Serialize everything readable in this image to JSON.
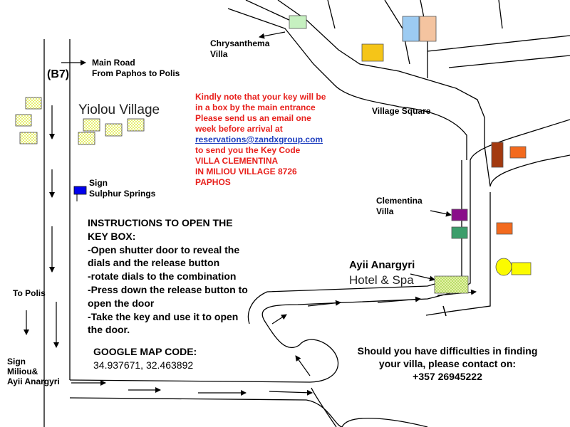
{
  "labels": {
    "main_road": "Main Road\nFrom Paphos to Polis",
    "b7": "(B7)",
    "village": "Yiolou Village",
    "chrysanthema": "Chrysanthema\nVilla",
    "village_square": "Village Square",
    "sign_sulphur": "Sign\nSulphur Springs",
    "clementina": "Clementina\nVilla",
    "ayii_name": "Ayii Anargyri",
    "ayii_hotel": "Hotel & Spa",
    "to_polis": "To Polis",
    "sign_miliou": "Sign\nMiliou&\nAyii Anargyri"
  },
  "note": {
    "lines": [
      "Kindly note that your key will be",
      "in a box by the main entrance",
      "Please send us an email one",
      "week before arrival at"
    ],
    "email": "reservations@zandxgroup.com",
    "lines_after": [
      "to send you the Key Code",
      "VILLA CLEMENTINA",
      "IN MILIOU VILLAGE  8726",
      "PAPHOS"
    ]
  },
  "instructions": {
    "lines": [
      "INSTRUCTIONS TO OPEN THE",
      "KEY BOX:",
      "-Open shutter door to reveal the",
      "dials and the release button",
      "-rotate dials to the combination",
      "-Press down the release button to",
      "open the door",
      "-Take the key and use it to open",
      "the door."
    ]
  },
  "google_map": {
    "title": "GOOGLE MAP CODE:",
    "coords": "34.937671, 32.463892"
  },
  "contact": {
    "line1": "Should you have difficulties in finding",
    "line2": "your villa, please contact on:",
    "phone": "+357 26945222"
  },
  "colors": {
    "red_text": "#e8201c",
    "email_link": "#1f3fbf",
    "checker_yellow": "#e7ef71",
    "sign_blue": "#0000ee",
    "house_blue": "#9ccbf2",
    "house_peach": "#f4c4a0",
    "house_yellow": "#f5c518",
    "house_brown": "#a33a10",
    "house_orange": "#f36a1e",
    "house_purple": "#8a0c8a",
    "house_green": "#3c9e6b",
    "round_yellow": "#fbfb00",
    "house_lightgreen": "#c6f0c0"
  }
}
